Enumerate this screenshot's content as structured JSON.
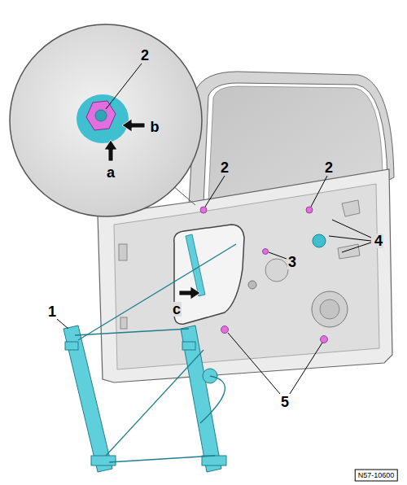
{
  "diagram": {
    "labels": [
      "2",
      "b",
      "a",
      "2",
      "2",
      "4",
      "3",
      "c",
      "1",
      "5",
      "N57-10600"
    ]
  }
}
